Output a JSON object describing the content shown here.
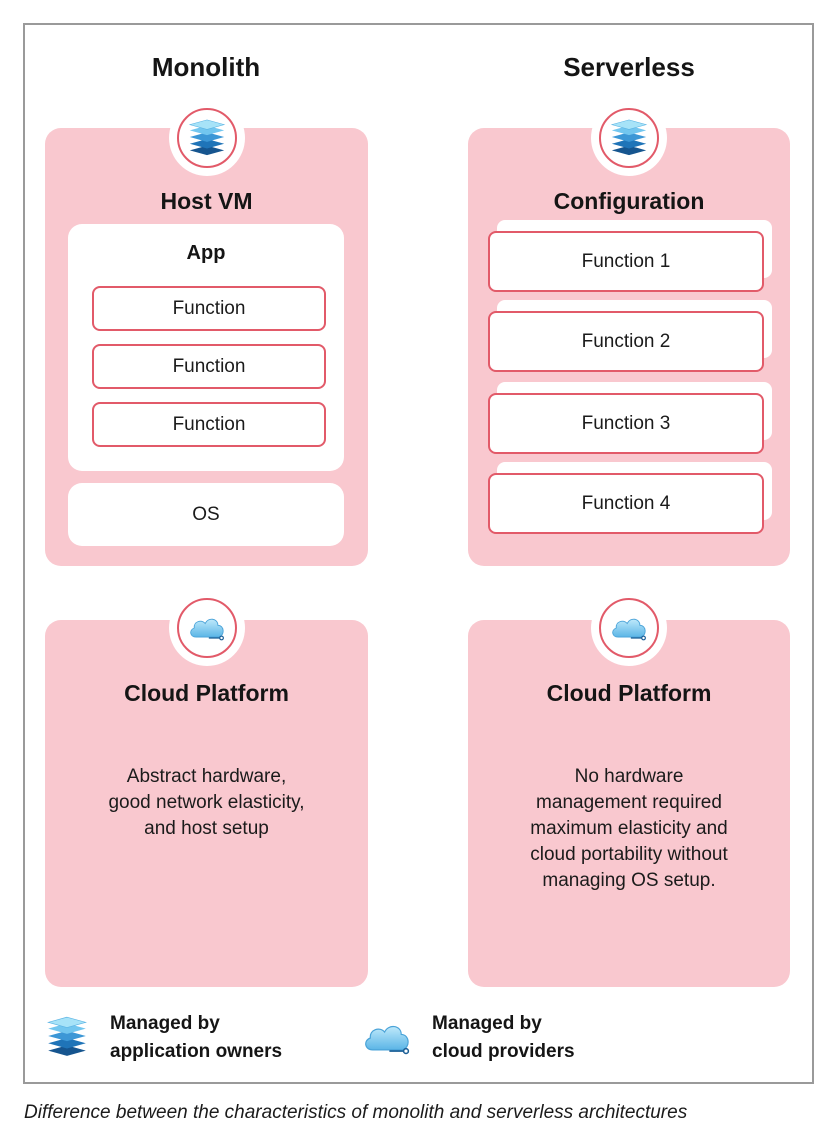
{
  "caption": "Difference between the characteristics of monolith and serverless architectures",
  "colors": {
    "panel_pink": "#f9c8cf",
    "accent_red": "#e25a69",
    "frame_gray": "#9a9a9a",
    "icon_blue": "#2f8fd0"
  },
  "monolith": {
    "title": "Monolith",
    "host_panel": {
      "icon": "stacked-layers-icon",
      "title": "Host VM",
      "app_label": "App",
      "functions": [
        "Function",
        "Function",
        "Function"
      ],
      "os_label": "OS"
    },
    "cloud_panel": {
      "icon": "cloud-icon",
      "title": "Cloud Platform",
      "description_lines": [
        "Abstract hardware,",
        "good network elasticity,",
        "and host setup"
      ]
    }
  },
  "serverless": {
    "title": "Serverless",
    "config_panel": {
      "icon": "stacked-layers-icon",
      "title": "Configuration",
      "functions": [
        "Function 1",
        "Function 2",
        "Function 3",
        "Function 4"
      ]
    },
    "cloud_panel": {
      "icon": "cloud-icon",
      "title": "Cloud Platform",
      "description_lines": [
        "No hardware",
        "management required",
        "maximum elasticity and",
        "cloud portability without",
        "managing OS setup."
      ]
    }
  },
  "legend": [
    {
      "icon": "stacked-layers-icon",
      "lines": [
        "Managed by",
        "application owners"
      ]
    },
    {
      "icon": "cloud-icon",
      "lines": [
        "Managed by",
        "cloud providers"
      ]
    }
  ]
}
